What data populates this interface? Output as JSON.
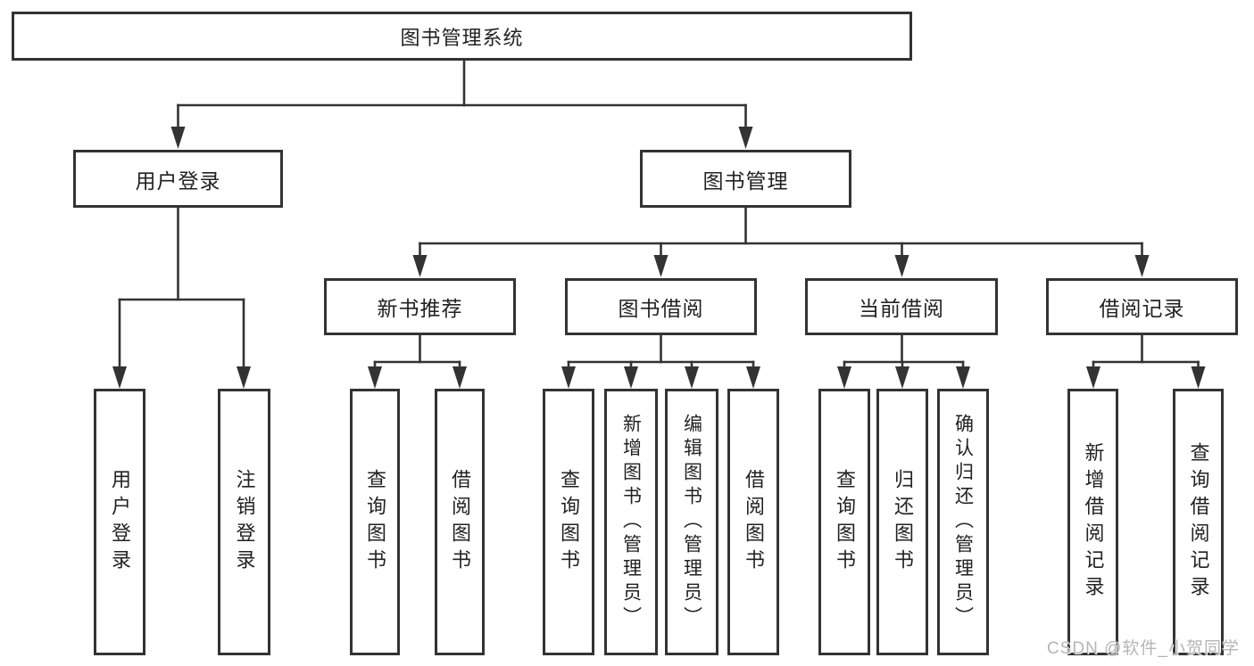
{
  "diagram": {
    "root": {
      "label": "图书管理系统"
    },
    "level2": [
      {
        "label": "用户登录",
        "children": [
          "用户登录",
          "注销登录"
        ]
      },
      {
        "label": "图书管理"
      }
    ],
    "sections": [
      {
        "label": "新书推荐",
        "children": [
          "查询图书",
          "借阅图书"
        ]
      },
      {
        "label": "图书借阅",
        "children": [
          "查询图书",
          "新增图书（管理员）",
          "编辑图书（管理员）",
          "借阅图书"
        ]
      },
      {
        "label": "当前借阅",
        "children": [
          "查询图书",
          "归还图书",
          "确认归还（管理员）"
        ]
      },
      {
        "label": "借阅记录",
        "children": [
          "新增借阅记录",
          "查询借阅记录"
        ]
      }
    ]
  },
  "watermark": {
    "text": "CSDN @软件_小贺同学"
  },
  "colors": {
    "line": "#333333",
    "box_border": "#333333",
    "box_fill": "#ffffff",
    "text": "#222222",
    "watermark": "#b5b5b5",
    "background": "#ffffff"
  }
}
